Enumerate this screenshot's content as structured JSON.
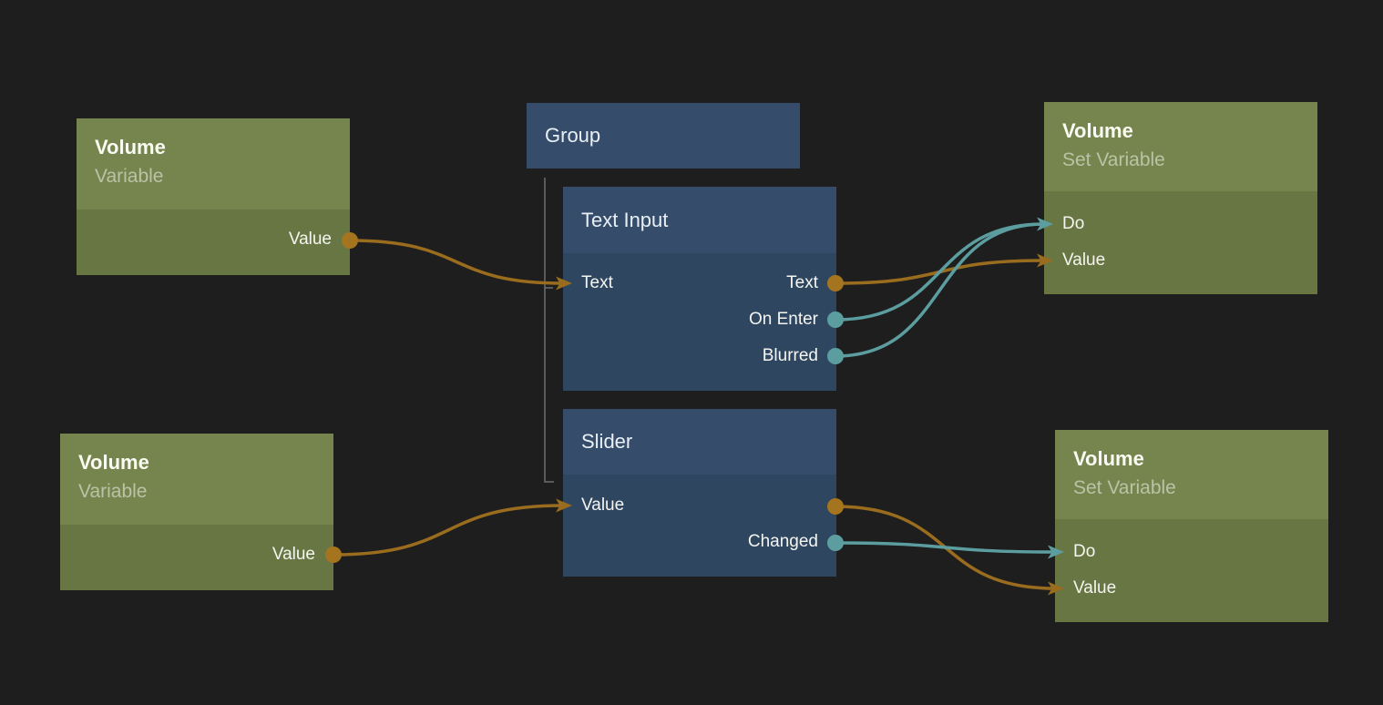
{
  "colors": {
    "background": "#1e1e1e",
    "green_node_header": "#76844D",
    "green_node_body": "#687644",
    "blue_node_header": "#354D6B",
    "blue_node_body": "#2F4661",
    "data_wire_orange": "#9A6C1E",
    "signal_wire_teal": "#5C9EA0",
    "group_outline_gray": "#6F6F6F"
  },
  "nodes": {
    "variable_top": {
      "title": "Volume",
      "subtitle": "Variable",
      "rows": [
        {
          "right": "Value"
        }
      ]
    },
    "variable_bottom": {
      "title": "Volume",
      "subtitle": "Variable",
      "rows": [
        {
          "right": "Value"
        }
      ]
    },
    "group": {
      "title": "Group"
    },
    "text_input": {
      "title": "Text Input",
      "rows": [
        {
          "left": "Text",
          "right": "Text"
        },
        {
          "right": "On Enter"
        },
        {
          "right": "Blurred"
        }
      ]
    },
    "slider": {
      "title": "Slider",
      "rows": [
        {
          "left": "Value"
        },
        {
          "right": "Changed"
        }
      ]
    },
    "set_variable_top": {
      "title": "Volume",
      "subtitle": "Set Variable",
      "rows": [
        {
          "left": "Do"
        },
        {
          "left": "Value"
        }
      ]
    },
    "set_variable_bottom": {
      "title": "Volume",
      "subtitle": "Set Variable",
      "rows": [
        {
          "left": "Do"
        },
        {
          "left": "Value"
        }
      ]
    }
  },
  "connections": [
    {
      "from": "variable_top.Value",
      "to": "text_input.Text",
      "type": "data"
    },
    {
      "from": "variable_bottom.Value",
      "to": "slider.Value",
      "type": "data"
    },
    {
      "from": "text_input.Text",
      "to": "set_variable_top.Value",
      "type": "data"
    },
    {
      "from": "text_input.On Enter",
      "to": "set_variable_top.Do",
      "type": "signal"
    },
    {
      "from": "text_input.Blurred",
      "to": "set_variable_top.Do",
      "type": "signal"
    },
    {
      "from": "slider.Value",
      "to": "set_variable_bottom.Value",
      "type": "data"
    },
    {
      "from": "slider.Changed",
      "to": "set_variable_bottom.Do",
      "type": "signal"
    }
  ]
}
